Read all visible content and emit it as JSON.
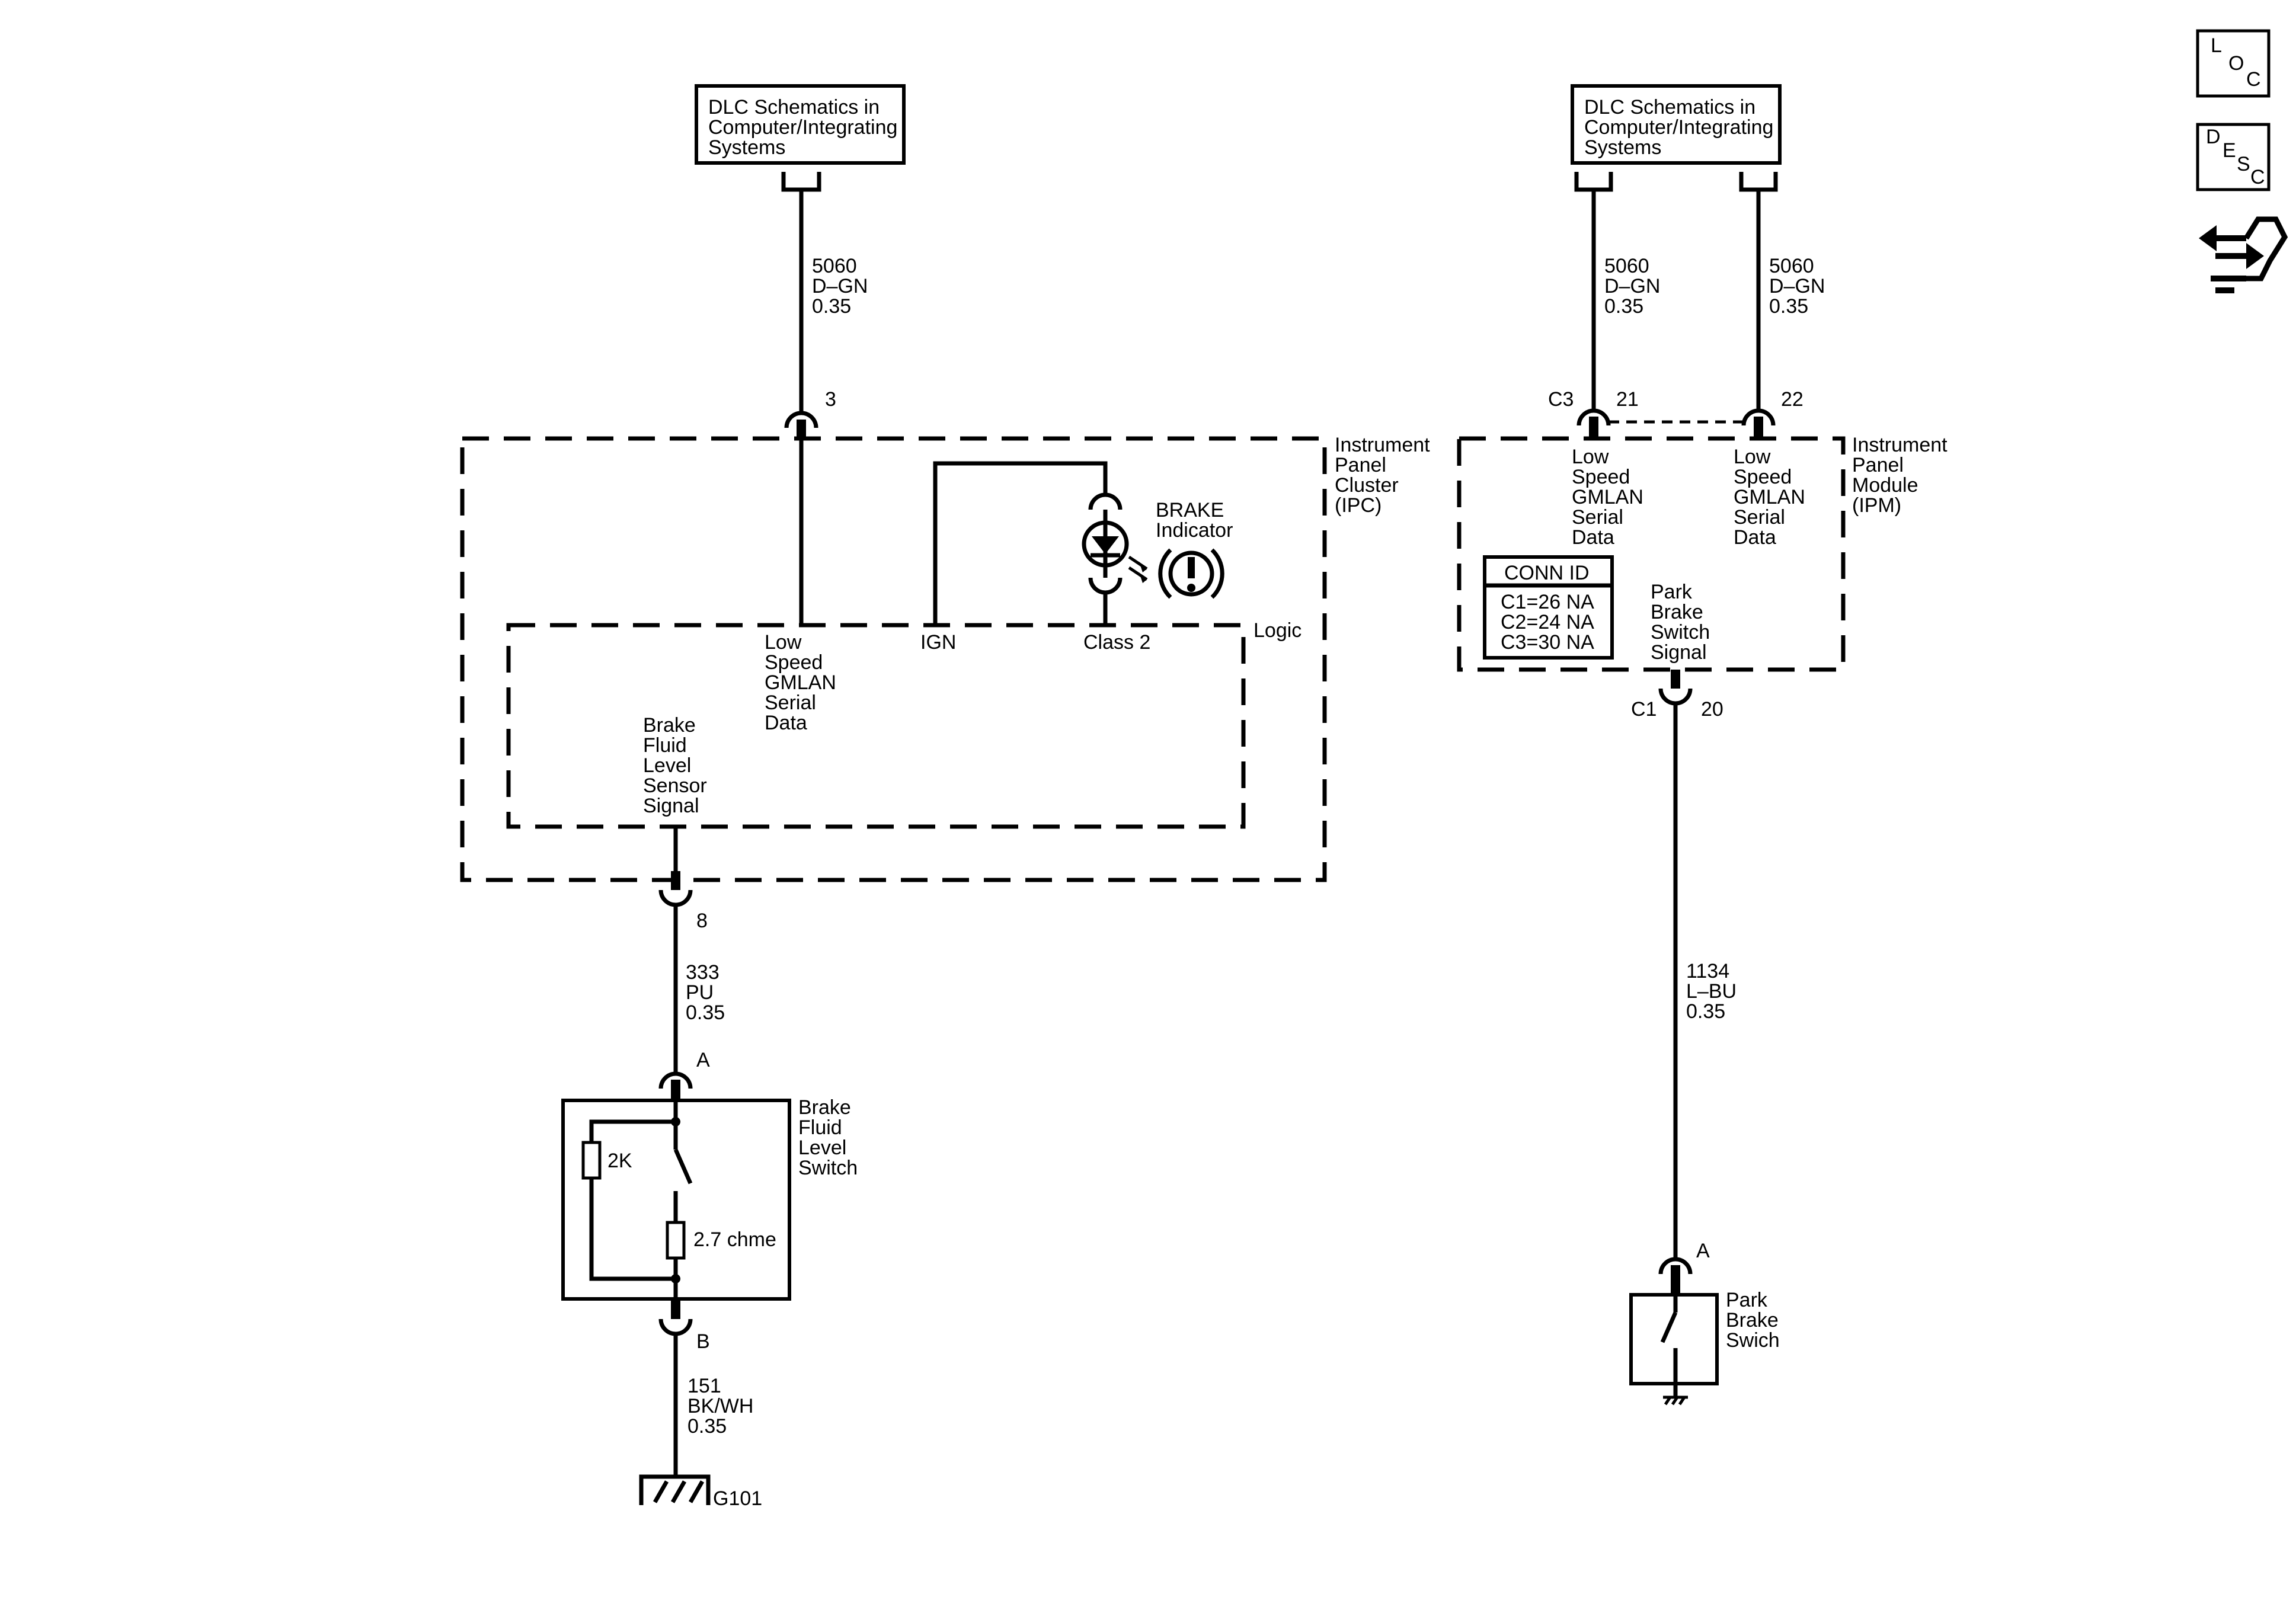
{
  "dlc_left": {
    "line1": "DLC Schematics in",
    "line2": "Computer/Integrating",
    "line3": "Systems"
  },
  "dlc_right": {
    "line1": "DLC Schematics in",
    "line2": "Computer/Integrating",
    "line3": "Systems"
  },
  "wire_5060_left": {
    "circuit": "5060",
    "color": "D–GN",
    "gauge": "0.35"
  },
  "wire_5060_r1": {
    "circuit": "5060",
    "color": "D–GN",
    "gauge": "0.35"
  },
  "wire_5060_r2": {
    "circuit": "5060",
    "color": "D–GN",
    "gauge": "0.35"
  },
  "wire_333": {
    "circuit": "333",
    "color": "PU",
    "gauge": "0.35"
  },
  "wire_151": {
    "circuit": "151",
    "color": "BK/WH",
    "gauge": "0.35"
  },
  "wire_1134": {
    "circuit": "1134",
    "color": "L–BU",
    "gauge": "0.35"
  },
  "ipc": {
    "name": [
      "Instrument",
      "Panel",
      "Cluster",
      "(IPC)"
    ],
    "logic": "Logic",
    "pin_top": "3",
    "pin_bottom": "8",
    "gmlan": [
      "Low",
      "Speed",
      "GMLAN",
      "Serial",
      "Data"
    ],
    "ign": "IGN",
    "class2": "Class 2",
    "brake_fluid_signal": [
      "Brake",
      "Fluid",
      "Level",
      "Sensor",
      "Signal"
    ],
    "brake_indicator": [
      "BRAKE",
      "Indicator"
    ]
  },
  "ipm": {
    "name": [
      "Instrument",
      "Panel",
      "Module",
      "(IPM)"
    ],
    "conn_c3": "C3",
    "pin_21": "21",
    "pin_22": "22",
    "gmlan_a": [
      "Low",
      "Speed",
      "GMLAN",
      "Serial",
      "Data"
    ],
    "gmlan_b": [
      "Low",
      "Speed",
      "GMLAN",
      "Serial",
      "Data"
    ],
    "conn_id_title": "CONN ID",
    "conn_id": [
      "C1=26 NA",
      "C2=24 NA",
      "C3=30 NA"
    ],
    "park_signal": [
      "Park",
      "Brake",
      "Switch",
      "Signal"
    ],
    "conn_c1": "C1",
    "pin_20": "20"
  },
  "fluid_switch": {
    "name": [
      "Brake",
      "Fluid",
      "Level",
      "Switch"
    ],
    "pin_a": "A",
    "pin_b": "B",
    "r1": "2K",
    "r2": "2.7 chme"
  },
  "ground": "G101",
  "park_switch": {
    "pin_a": "A",
    "name": [
      "Park",
      "Brake",
      "Swich"
    ]
  },
  "icons": {
    "loc": [
      "L",
      "O",
      "C"
    ],
    "desc": [
      "D",
      "E",
      "S",
      "C"
    ],
    "nav": "navigation-arrows-icon"
  }
}
